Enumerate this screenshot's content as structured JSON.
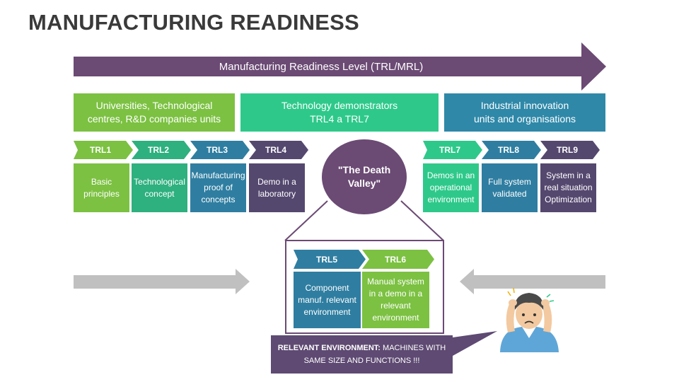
{
  "title": "MANUFACTURING READINESS",
  "top_arrow": {
    "label": "Manufacturing Readiness Level (TRL/MRL)"
  },
  "categories": [
    {
      "label": "Universities, Technological\ncentres, R&D companies units",
      "color": "#7cc142"
    },
    {
      "label": "Technology demonstrators\nTRL4 a TRL7",
      "color": "#2ec98a"
    },
    {
      "label": "Industrial innovation\nunits and organisations",
      "color": "#2f88a8"
    }
  ],
  "trl_left": [
    {
      "label": "TRL1",
      "desc": "Basic principles",
      "color": "#7cc142"
    },
    {
      "label": "TRL2",
      "desc": "Technological concept",
      "color": "#2eb07f"
    },
    {
      "label": "TRL3",
      "desc": "Manufacturing proof of concepts",
      "color": "#2f7ea1"
    },
    {
      "label": "TRL4",
      "desc": "Demo in a laboratory",
      "color": "#55486f"
    }
  ],
  "trl_right": [
    {
      "label": "TRL7",
      "desc": "Demos in an operational environment",
      "color": "#2ec98a"
    },
    {
      "label": "TRL8",
      "desc": "Full system validated",
      "color": "#2f7ea1"
    },
    {
      "label": "TRL9",
      "desc": "System in a real situation Optimization",
      "color": "#55486f"
    }
  ],
  "death_valley": {
    "label": "\"The Death Valley\"",
    "color": "#6b4a74"
  },
  "trl_inner": [
    {
      "label": "TRL5",
      "desc": "Component manuf. relevant environment",
      "color": "#2f7ea1"
    },
    {
      "label": "TRL6",
      "desc": "Manual system in a demo in a relevant environment",
      "color": "#7cc142"
    }
  ],
  "callout": {
    "bold": "RELEVANT ENVIRONMENT:",
    "text": "MACHINES WITH SAME SIZE AND FUNCTIONS !!!"
  },
  "colors": {
    "purple_dark": "#5e4a72",
    "arrow_grey": "#bfbfbf",
    "title": "#3a3a3a"
  },
  "icons": {
    "person": "stressed-person-icon"
  }
}
